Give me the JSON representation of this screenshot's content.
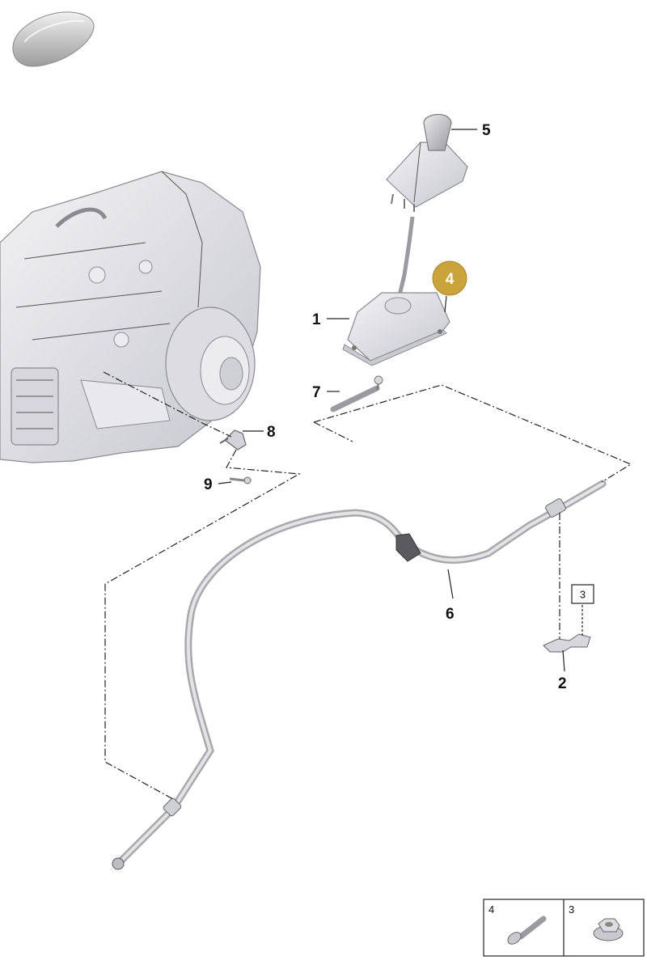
{
  "callouts": {
    "c1": "1",
    "c2": "2",
    "c3": "3",
    "c4": "4",
    "c5": "5",
    "c6": "6",
    "c7": "7",
    "c8": "8",
    "c9": "9"
  },
  "legend": {
    "cell_left": "4",
    "cell_right": "3"
  },
  "colors": {
    "highlight": "#c9a43a",
    "part_fill": "#e4e4ea",
    "part_stroke": "#8a8a90",
    "cable": "#b9b9bd"
  }
}
